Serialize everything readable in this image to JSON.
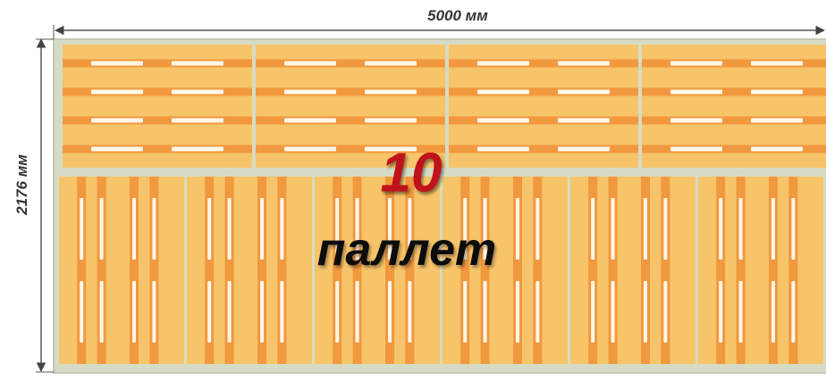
{
  "dimensions": {
    "width_label": "5000 мм",
    "height_label": "2176 мм"
  },
  "overlay": {
    "count": "10",
    "unit": "паллет"
  },
  "colors": {
    "frame": "#d6dcc4",
    "frame_edge": "#c3cab0",
    "pallet_board": "#f7c46a",
    "pallet_block": "#f2983e",
    "pallet_gap": "#fff8ea",
    "dimension_line": "#555555"
  },
  "layout": {
    "top_row": {
      "pallet_count": 4,
      "orientation": "lengthwise"
    },
    "bottom_row": {
      "pallet_count": 6,
      "orientation": "crosswise"
    }
  }
}
